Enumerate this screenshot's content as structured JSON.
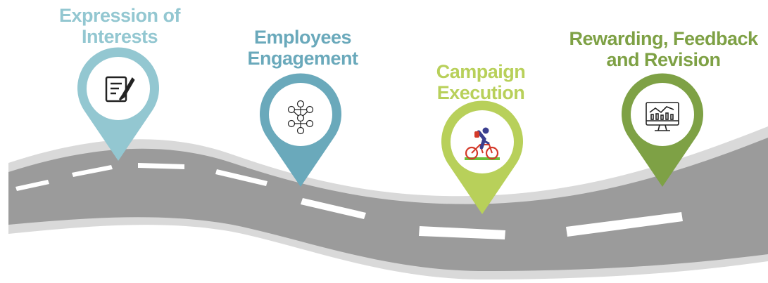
{
  "steps": [
    {
      "title_line1": "Expression of",
      "title_line2": "Interests",
      "color": "#93c7d1",
      "icon": "document-edit-icon"
    },
    {
      "title_line1": "Employees",
      "title_line2": "Engagement",
      "color": "#6aa9bb",
      "icon": "people-network-icon"
    },
    {
      "title_line1": "Campaign",
      "title_line2": "Execution",
      "color": "#b8d05a",
      "icon": "cyclist-icon"
    },
    {
      "title_line1": "Rewarding, Feedback",
      "title_line2": "and Revision",
      "color": "#7ea145",
      "icon": "analytics-monitor-icon"
    }
  ],
  "road": {
    "asphalt_color": "#9b9b9b",
    "edge_color": "#d9d9d9",
    "marking_color": "#ffffff"
  }
}
